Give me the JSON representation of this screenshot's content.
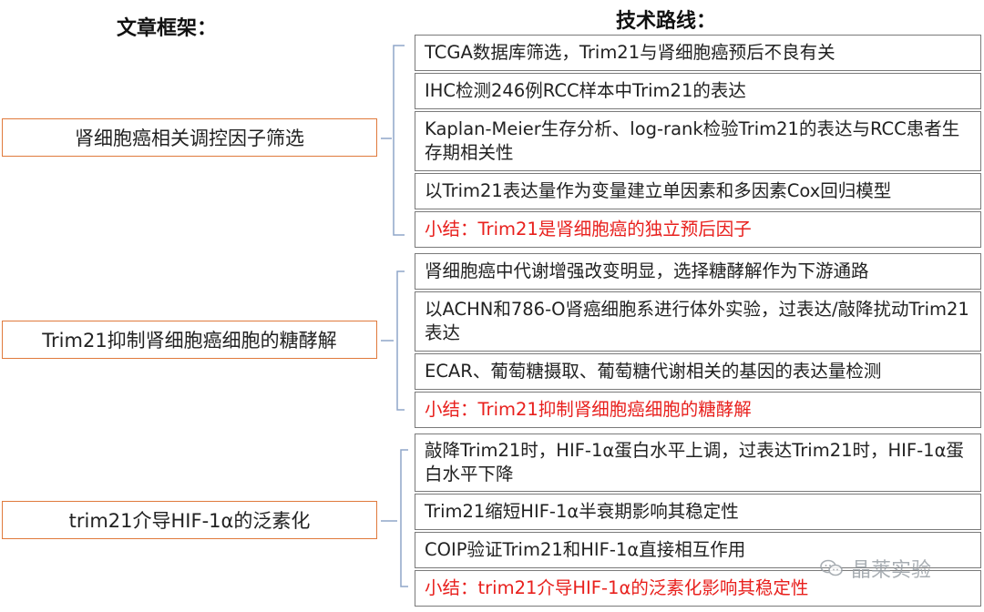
{
  "headings": {
    "framework": "文章框架：",
    "route": "技术路线："
  },
  "sections": [
    {
      "title": "肾细胞癌相关调控因子筛选",
      "steps": [
        "TCGA数据库筛选，Trim21与肾细胞癌预后不良有关",
        "IHC检测246例RCC样本中Trim21的表达",
        "Kaplan-Meier生存分析、log-rank检验Trim21的表达与RCC患者生存期相关性",
        "以Trim21表达量作为变量建立单因素和多因素Cox回归模型"
      ],
      "summary": "小结：Trim21是肾细胞癌的独立预后因子"
    },
    {
      "title": "Trim21抑制肾细胞癌细胞的糖酵解",
      "steps": [
        "肾细胞癌中代谢增强改变明显，选择糖酵解作为下游通路",
        "以ACHN和786-O肾癌细胞系进行体外实验，过表达/敲降扰动Trim21表达",
        "ECAR、葡萄糖摄取、葡萄糖代谢相关的基因的表达量检测"
      ],
      "summary": "小结：Trim21抑制肾细胞癌细胞的糖酵解"
    },
    {
      "title": "trim21介导HIF-1α的泛素化",
      "steps": [
        "敲降Trim21时，HIF-1α蛋白水平上调，过表达Trim21时，HIF-1α蛋白水平下降",
        "Trim21缩短HIF-1α半衰期影响其稳定性",
        "COIP验证Trim21和HIF-1α直接相互作用"
      ],
      "summary": "小结：trim21介导HIF-1α的泛素化影响其稳定性"
    }
  ],
  "watermark": {
    "text": "晶莱实验",
    "icon": "wechat-icon"
  },
  "colors": {
    "left_border": "#e07a3c",
    "right_border": "#7a7a7a",
    "bracket": "#8fa6c9",
    "summary_text": "#e8201d"
  }
}
